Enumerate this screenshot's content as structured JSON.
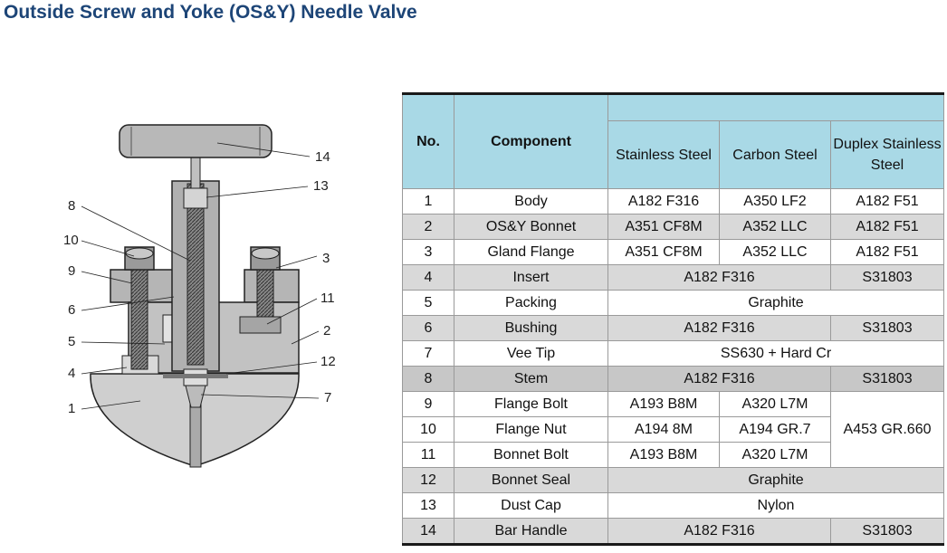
{
  "title": "Outside Screw and Yoke (OS&Y) Needle Valve",
  "diagram": {
    "callouts": [
      "14",
      "13",
      "8",
      "10",
      "9",
      "6",
      "5",
      "4",
      "1",
      "3",
      "11",
      "2",
      "12",
      "7"
    ]
  },
  "table": {
    "headers": {
      "no": "No.",
      "component": "Component",
      "materials": [
        "Stainless Steel",
        "Carbon Steel",
        "Duplex Stainless Steel"
      ]
    },
    "rows": [
      {
        "no": "1",
        "component": "Body",
        "ss": "A182 F316",
        "cs": "A350 LF2",
        "dss": "A182 F51"
      },
      {
        "no": "2",
        "component": "OS&Y Bonnet",
        "ss": "A351 CF8M",
        "cs": "A352 LLC",
        "dss": "A182 F51"
      },
      {
        "no": "3",
        "component": "Gland Flange",
        "ss": "A351 CF8M",
        "cs": "A352 LLC",
        "dss": "A182 F51"
      },
      {
        "no": "4",
        "component": "Insert",
        "ss_cs": "A182 F316",
        "dss": "S31803"
      },
      {
        "no": "5",
        "component": "Packing",
        "all": "Graphite"
      },
      {
        "no": "6",
        "component": "Bushing",
        "ss_cs": "A182 F316",
        "dss": "S31803"
      },
      {
        "no": "7",
        "component": "Vee Tip",
        "all": "SS630 + Hard Cr"
      },
      {
        "no": "8",
        "component": "Stem",
        "ss_cs": "A182 F316",
        "dss": "S31803"
      },
      {
        "no": "9",
        "component": "Flange Bolt",
        "ss": "A193 B8M",
        "cs": "A320 L7M"
      },
      {
        "no": "10",
        "component": "Flange Nut",
        "ss": "A194 8M",
        "cs": "A194 GR.7"
      },
      {
        "no": "11",
        "component": "Bonnet Bolt",
        "ss": "A193 B8M",
        "cs": "A320 L7M"
      },
      {
        "no": "12",
        "component": "Bonnet Seal",
        "all": "Graphite"
      },
      {
        "no": "13",
        "component": "Dust Cap",
        "all": "Nylon"
      },
      {
        "no": "14",
        "component": "Bar Handle",
        "ss_cs": "A182 F316",
        "dss": "S31803"
      }
    ],
    "merged_dss_9_11": "A453 GR.660"
  }
}
